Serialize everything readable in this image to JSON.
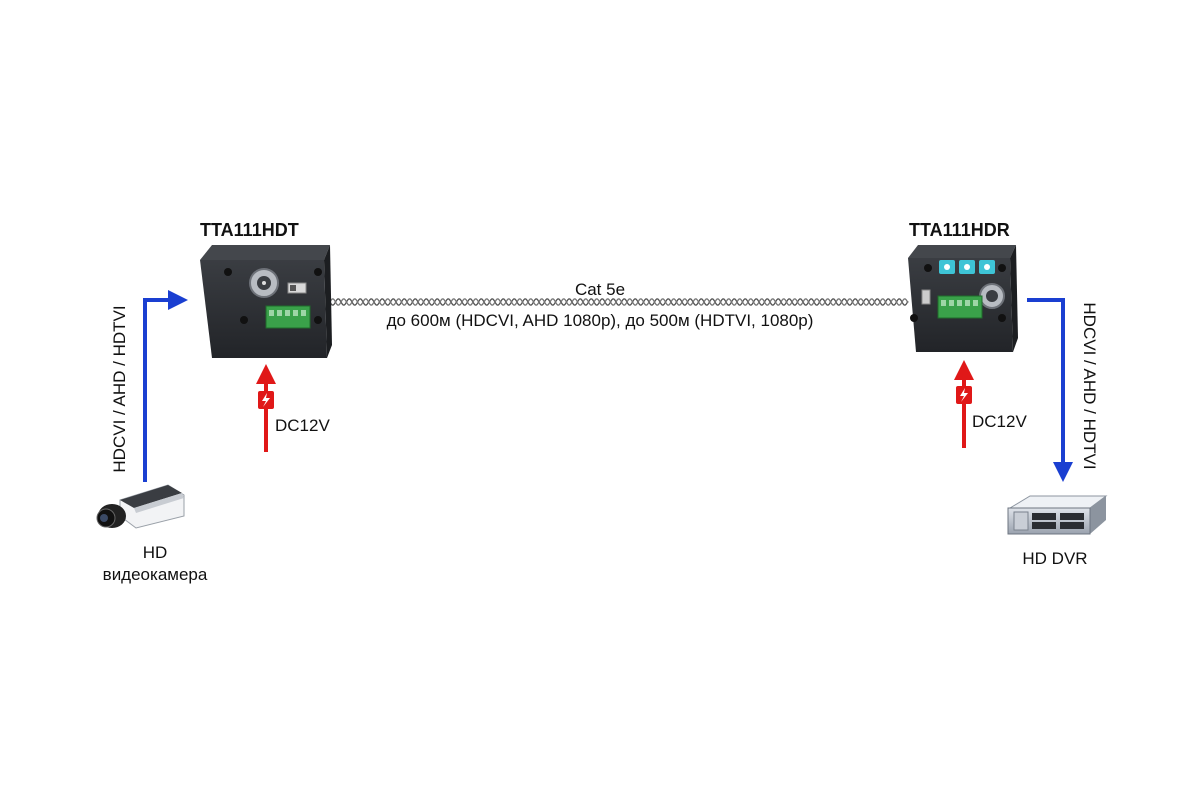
{
  "devices": {
    "transmitter": {
      "name": "TTA111HDT",
      "power": "DC12V"
    },
    "receiver": {
      "name": "TTA111HDR",
      "power": "DC12V"
    }
  },
  "cable": {
    "type": "Cat 5e",
    "range": "до 600м (HDCVI, AHD 1080p), до 500м (HDTVI, 1080p)"
  },
  "source": {
    "label_line1": "HD",
    "label_line2": "видеокамера",
    "signal": "HDCVI / AHD / HDTVI"
  },
  "sink": {
    "label": "HD DVR",
    "signal": "HDCVI / AHD / HDTVI"
  },
  "colors": {
    "video_arrow": "#1a3fd1",
    "power_arrow": "#e01818",
    "device_body": "#2b2e33",
    "terminal": "#3aa14a"
  }
}
